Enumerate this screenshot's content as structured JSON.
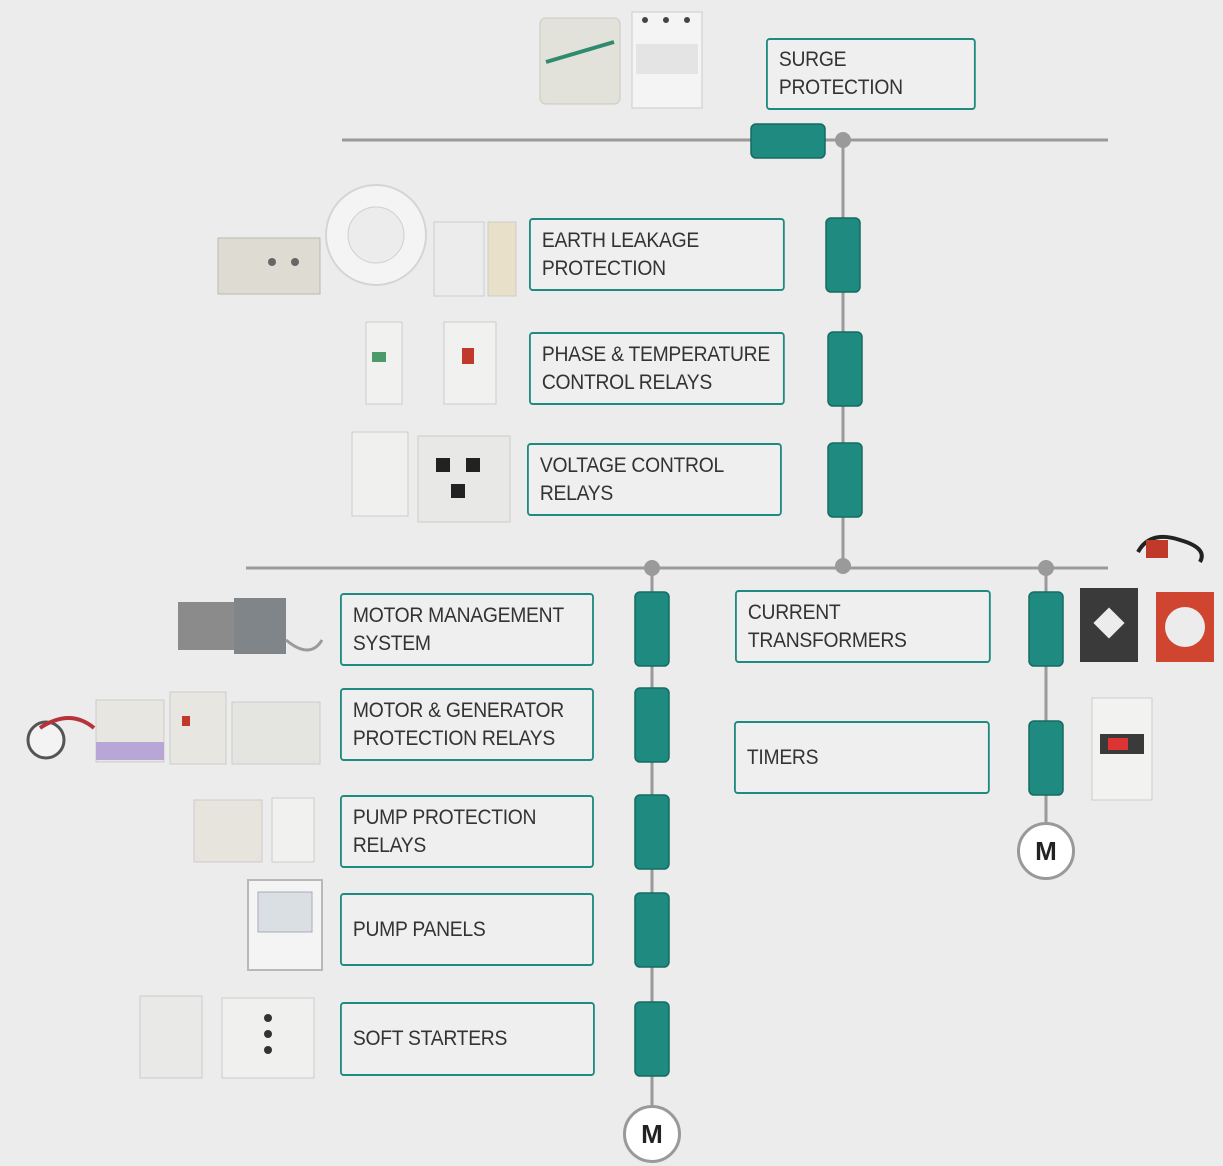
{
  "labels": {
    "surge": "SURGE PROTECTION",
    "earth": "EARTH LEAKAGE\nPROTECTION",
    "phase": "PHASE & TEMPERATURE\nCONTROL RELAYS",
    "voltage": "VOLTAGE CONTROL\nRELAYS",
    "motor_mgmt": "MOTOR MANAGEMENT\nSYSTEM",
    "motor_gen": "MOTOR & GENERATOR\nPROTECTION RELAYS",
    "pump_relays": "PUMP PROTECTION\nRELAYS",
    "pump_panels": "PUMP PANELS",
    "soft_starters": "SOFT STARTERS",
    "current_tx": "CURRENT\nTRANSFORMERS",
    "timers": "TIMERS"
  },
  "motors": {
    "left": "M",
    "right": "M"
  },
  "colors": {
    "accent": "#1f8a80",
    "wire": "#999999",
    "background": "#ececec"
  }
}
